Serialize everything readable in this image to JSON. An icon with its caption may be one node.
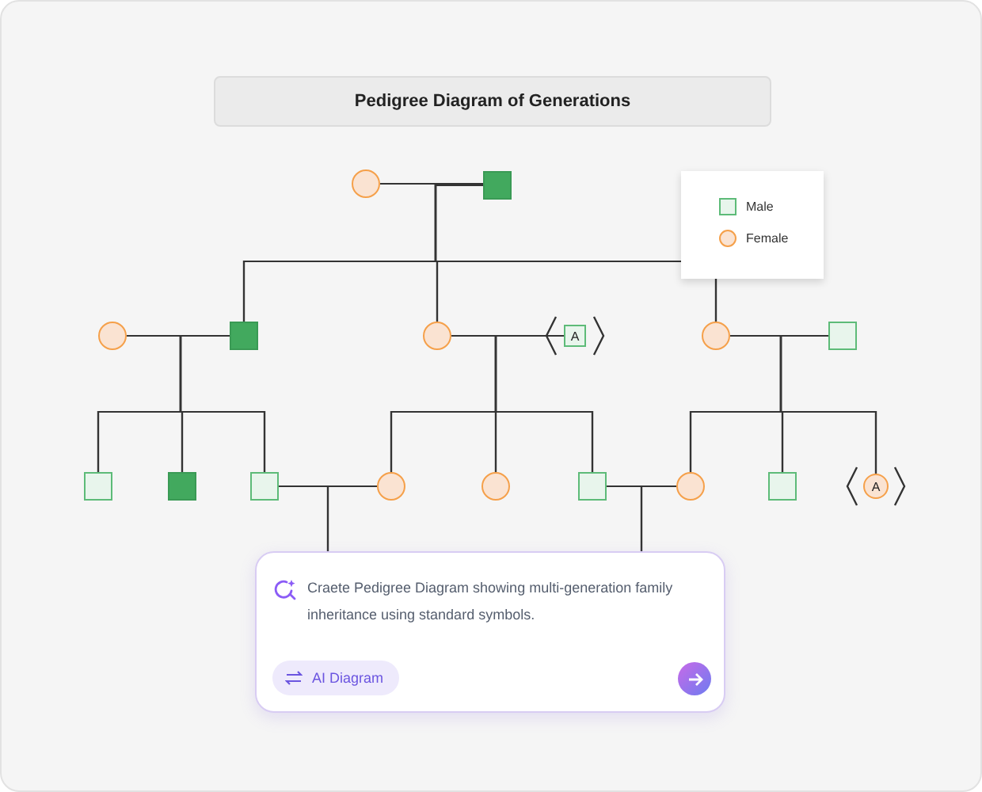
{
  "diagram": {
    "title": "Pedigree Diagram of Generations",
    "nodes": [
      {
        "text": [],
        "shape": "circle"
      },
      {
        "text": [],
        "shape": "box"
      },
      {
        "text": [],
        "shape": "circle"
      },
      {
        "text": [],
        "shape": "box"
      },
      {
        "text": [],
        "shape": "circle"
      },
      {
        "text": [
          "A"
        ]
      },
      {
        "text": [],
        "shape": "circle"
      },
      {
        "text": [],
        "shape": "box"
      },
      {
        "text": [],
        "shape": "box"
      },
      {
        "text": [],
        "shape": "box"
      },
      {
        "text": [],
        "shape": "box"
      },
      {
        "text": [],
        "shape": "circle"
      },
      {
        "text": [],
        "shape": "circle"
      },
      {
        "text": [],
        "shape": "box"
      },
      {
        "text": [],
        "shape": "circle"
      },
      {
        "text": [],
        "shape": "box"
      },
      {
        "text": [
          "A"
        ]
      },
      {
        "text": [
          "Craete Pedigree Diagram showing multi-generation family inheritance using standard symbols.",
          "AI Diagram"
        ]
      }
    ],
    "edges": [
      {
        "from": 0,
        "to": 1,
        "arrow": "none"
      },
      {
        "from": 0,
        "to": 3,
        "arrow": "none"
      },
      {
        "from": 0,
        "to": 4,
        "arrow": "none"
      },
      {
        "from": 0,
        "to": 6,
        "arrow": "none"
      },
      {
        "from": 1,
        "to": 3,
        "arrow": "none"
      },
      {
        "from": 1,
        "to": 4,
        "arrow": "none"
      },
      {
        "from": 1,
        "to": 6,
        "arrow": "none"
      },
      {
        "from": 2,
        "to": 3,
        "arrow": "none"
      },
      {
        "from": 2,
        "to": 8,
        "arrow": "none"
      },
      {
        "from": 2,
        "to": 9,
        "arrow": "none"
      },
      {
        "from": 2,
        "to": 10,
        "arrow": "none"
      },
      {
        "from": 3,
        "to": 8,
        "arrow": "none"
      },
      {
        "from": 3,
        "to": 9,
        "arrow": "none"
      },
      {
        "from": 3,
        "to": 10,
        "arrow": "none"
      },
      {
        "from": 4,
        "to": 5,
        "arrow": "none"
      },
      {
        "from": 4,
        "to": 11,
        "arrow": "none"
      },
      {
        "from": 4,
        "to": 12,
        "arrow": "none"
      },
      {
        "from": 4,
        "to": 13,
        "arrow": "none"
      },
      {
        "from": 5,
        "to": 11,
        "arrow": "none"
      },
      {
        "from": 5,
        "to": 12,
        "arrow": "none"
      },
      {
        "from": 5,
        "to": 13,
        "arrow": "none"
      },
      {
        "from": 6,
        "to": 7,
        "arrow": "none"
      },
      {
        "from": 6,
        "to": 14,
        "arrow": "none"
      },
      {
        "from": 6,
        "to": 15,
        "arrow": "none"
      },
      {
        "from": 6,
        "to": 16,
        "arrow": "none"
      },
      {
        "from": 7,
        "to": 14,
        "arrow": "none"
      },
      {
        "from": 7,
        "to": 15,
        "arrow": "none"
      },
      {
        "from": 7,
        "to": 16,
        "arrow": "none"
      },
      {
        "from": 10,
        "to": 11,
        "arrow": "none"
      },
      {
        "from": 10,
        "to": 17,
        "arrow": "none"
      },
      {
        "from": 11,
        "to": 17,
        "arrow": "none"
      },
      {
        "from": 13,
        "to": 14,
        "arrow": "none"
      },
      {
        "from": 13,
        "to": 17,
        "arrow": "none"
      },
      {
        "from": 14,
        "to": 17,
        "arrow": "none"
      }
    ],
    "legend": [
      {
        "text": "Male"
      },
      {
        "text": "Female"
      }
    ]
  }
}
